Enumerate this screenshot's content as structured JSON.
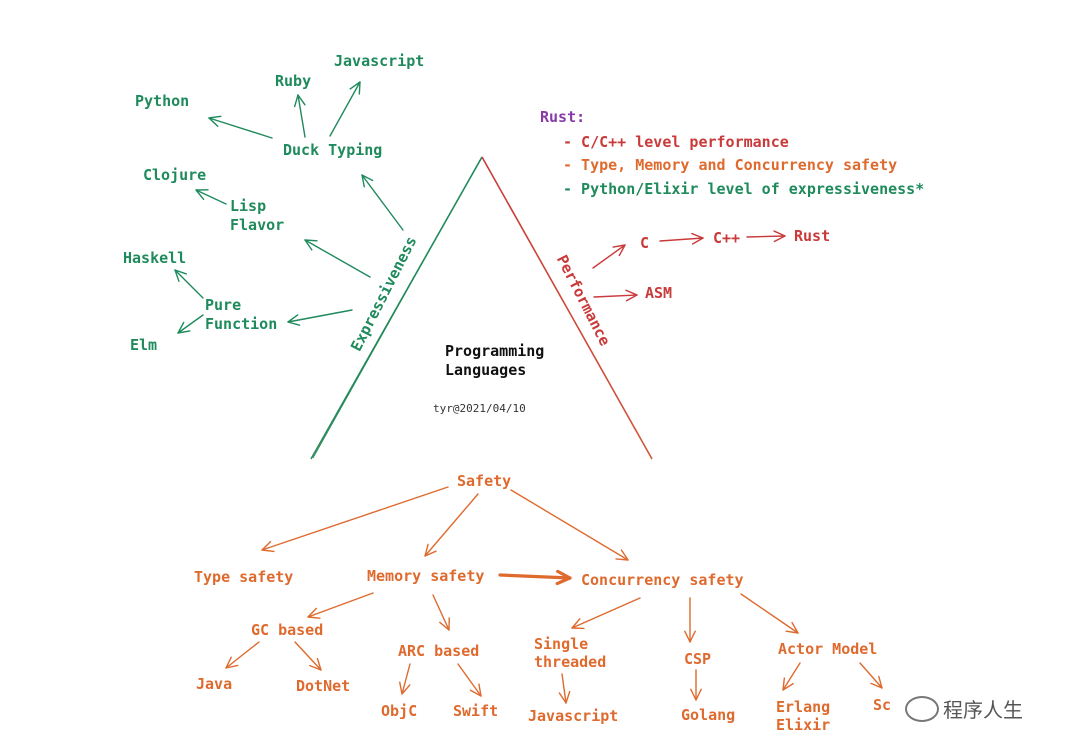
{
  "center": {
    "title_line1": "Programming",
    "title_line2": "Languages",
    "signature": "tyr@2021/04/10"
  },
  "sides": {
    "expressiveness": "Expressiveness",
    "performance": "Performance",
    "safety": "Safety"
  },
  "rust_note": {
    "heading": "Rust:",
    "points": [
      "- C/C++ level performance",
      "- Type, Memory and Concurrency safety",
      "- Python/Elixir level of expressiveness*"
    ]
  },
  "expressiveness_tree": {
    "duck_typing": "Duck Typing",
    "ruby": "Ruby",
    "javascript": "Javascript",
    "python": "Python",
    "lisp_flavor_1": "Lisp",
    "lisp_flavor_2": "Flavor",
    "clojure": "Clojure",
    "pure_function_1": "Pure",
    "pure_function_2": "Function",
    "haskell": "Haskell",
    "elm": "Elm"
  },
  "performance_tree": {
    "c": "C",
    "cpp": "C++",
    "rust": "Rust",
    "asm": "ASM"
  },
  "safety_tree": {
    "type_safety": "Type safety",
    "memory_safety": "Memory safety",
    "concurrency_safety": "Concurrency safety",
    "gc_based": "GC based",
    "java": "Java",
    "dotnet": "DotNet",
    "arc_based": "ARC based",
    "objc": "ObjC",
    "swift": "Swift",
    "single_threaded_1": "Single",
    "single_threaded_2": "threaded",
    "javascript": "Javascript",
    "csp": "CSP",
    "golang": "Golang",
    "actor_model": "Actor Model",
    "erlang": "Erlang",
    "elixir": "Elixir",
    "scala_partial": "Sc"
  },
  "watermark": "程序人生",
  "colors": {
    "expressiveness": "#1f8a5c",
    "performance": "#c93a3a",
    "safety": "#df6a2e",
    "rust_heading": "#8a3aa8"
  }
}
